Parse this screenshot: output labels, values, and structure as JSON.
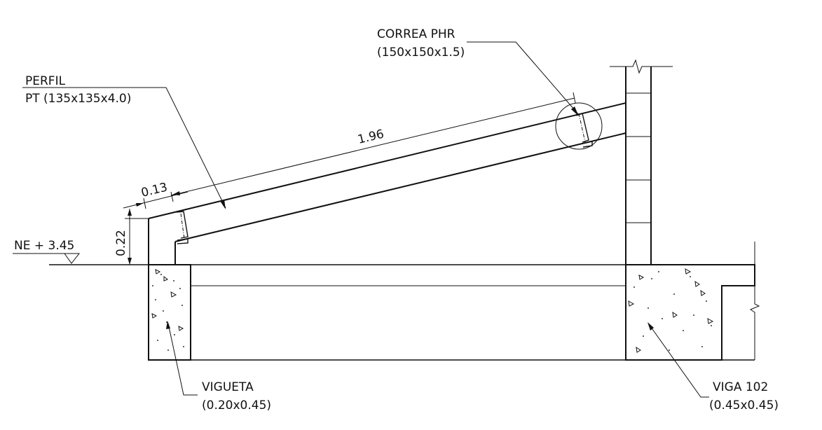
{
  "labels": {
    "correa_title": "CORREA PHR",
    "correa_size": "(150x150x1.5)",
    "perfil_title": "PERFIL",
    "perfil_size": "PT (135x135x4.0)",
    "dim_length": "1.96",
    "dim_offset": "0.13",
    "dim_height": "0.22",
    "level": "NE + 3.45",
    "vigueta_title": "VIGUETA",
    "vigueta_size": "(0.20x0.45)",
    "viga_title": "VIGA 102",
    "viga_size": "(0.45x0.45)"
  }
}
